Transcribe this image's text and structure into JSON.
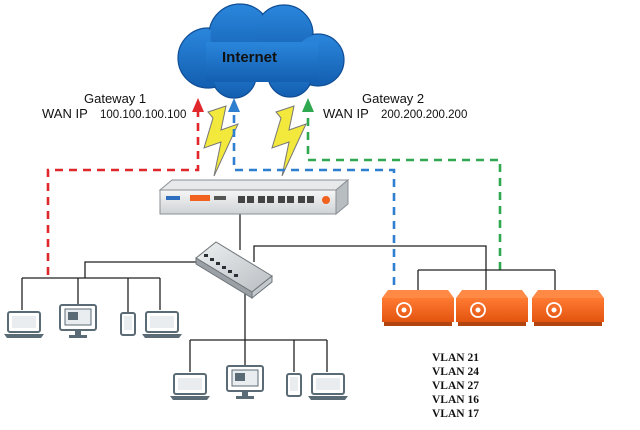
{
  "cloud": {
    "label": "Internet"
  },
  "gateways": [
    {
      "title": "Gateway 1",
      "wan_label": "WAN IP",
      "ip": "100.100.100.100",
      "link_color": "#e0272b"
    },
    {
      "title": "Gateway 2",
      "wan_label": "WAN IP",
      "ip": "200.200.200.200",
      "link_color": "#2fa84f"
    }
  ],
  "lan_link_color": "#2f7fd0",
  "vlans": [
    "VLAN 21",
    "VLAN 24",
    "VLAN 27",
    "VLAN 16",
    "VLAN 17"
  ],
  "colors": {
    "cloud": "#1c6fc7",
    "lightning": "#f3e83c",
    "server": "#f0621d",
    "device": "#5b6b76"
  },
  "icons": [
    "cloud-icon",
    "lightning-icon",
    "firewall-appliance-icon",
    "network-switch-icon",
    "laptop-icon",
    "desktop-monitor-icon",
    "tablet-icon",
    "server-icon"
  ]
}
